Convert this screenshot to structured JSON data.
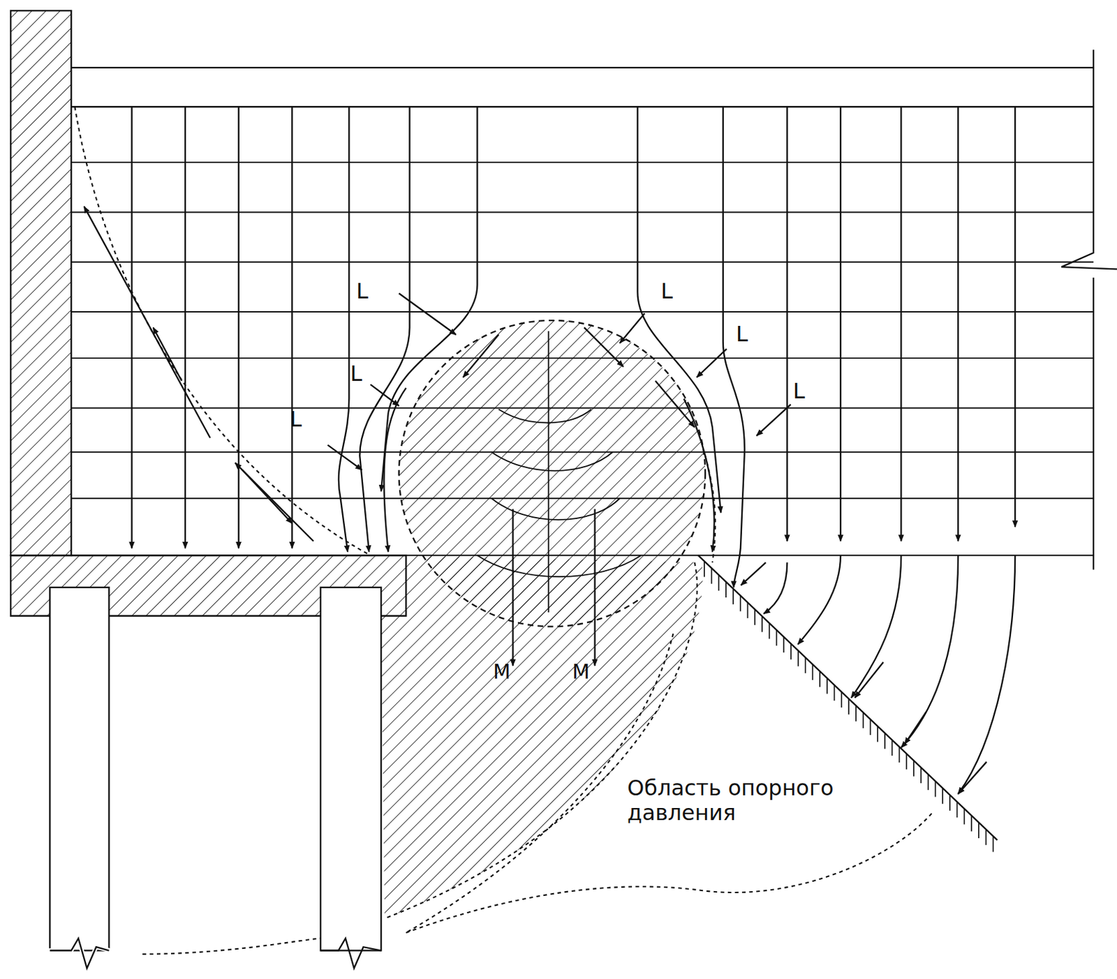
{
  "diagram": {
    "labels": [
      "L",
      "L",
      "L",
      "L",
      "L",
      "L",
      "M",
      "M",
      "Область опорного давления"
    ]
  }
}
